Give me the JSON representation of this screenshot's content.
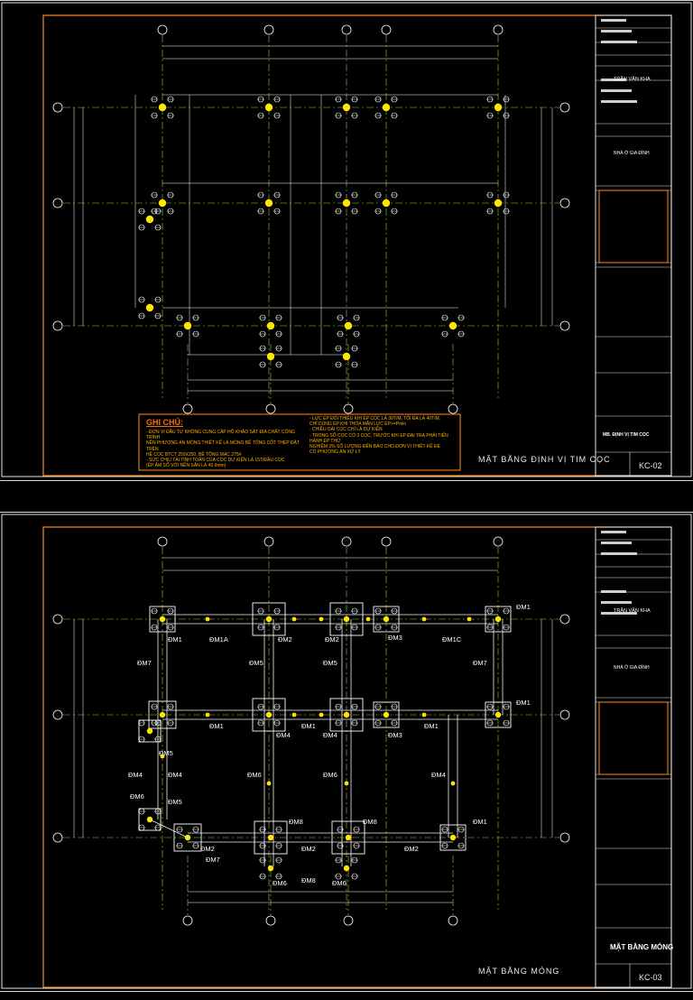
{
  "colors": {
    "border": "#ff8c1a",
    "frame": "#e6e6e6",
    "grid_axis": "#9acd32",
    "grid_bubble": "#ffffff",
    "pile": "#ffe600",
    "beam": "#f2f2f2",
    "notes": "#ffb000",
    "notes_title": "#ff6a00",
    "dim": "#ffffff"
  },
  "sheet1": {
    "title": "MẶT BẰNG ĐỊNH VỊ TIM CỌC",
    "code": "KC-02",
    "tb_owner": "TRẦN VĂN KHA",
    "tb_project": "NHÀ Ở GIA ĐÌNH",
    "tb_drawing": "MB. ĐỊNH VỊ TIM CỌC",
    "notes_title": "GHI CHÚ:",
    "notes_left": [
      "- ĐƠN VỊ ĐẦU TƯ KHÔNG CUNG CẤP HỒ KHẢO SÁT ĐỊA CHẤT CÔNG TRÌNH",
      "NÊN PHƯƠNG ÁN MÓNG THIẾT KẾ LÀ MÓNG BÊ TÔNG CỐT THÉP ĐẶT TRÊN",
      "HỆ CỌC BTCT 250X250, BÊ TÔNG MÁC 275#",
      "- SỨC CHỊU TẢI TÍNH TOÁN CỦA CỌC DỰ KIẾN LÀ 15T/ĐẦU CỌC",
      "(ÉP ÂM SỐ VỚI NỀN SÂN LÀ 40.6mm)"
    ],
    "notes_right": [
      "- LỰC ÉP ĐỔI THIỂU KHI ÉP CỌC LÀ 30T/M, TỐI ĐA LÀ 40T/M,",
      "CHỈ DÙNG ÉP KHI THỎA MÃN LỰC ÉP>=Pmin",
      "- CHIỀU DÀI CỌC CHỈ LÀ DỰ KIẾN",
      "- TRONG SỐ CỌC CÓ 3 CỌC, TRƯỚC KHI ÉP ĐẠI TRÀ PHẢI TIẾN HÀNH ÉP THỬ",
      "NGHIỆM 3% SỐ LƯỢNG ĐẾN BÁO CHO ĐƠN VỊ THIẾT KẾ ĐỂ",
      "CÓ PHƯƠNG ÁN XỬ LÝ"
    ]
  },
  "sheet2": {
    "title": "MẶT BẰNG MÓNG",
    "code": "KC-03",
    "tb_owner": "TRẦN VĂN KHA",
    "tb_project": "NHÀ Ở GIA ĐÌNH",
    "tb_drawing": "MẶT BẰNG MÓNG",
    "beam_labels": [
      {
        "t": "ĐM1",
        "r": "a1"
      },
      {
        "t": "ĐM1A",
        "r": "a1a"
      },
      {
        "t": "ĐM2",
        "r": "a2"
      },
      {
        "t": "ĐM2",
        "r": "a2b"
      },
      {
        "t": "ĐM3",
        "r": "a3"
      },
      {
        "t": "ĐM1C",
        "r": "a1c"
      },
      {
        "t": "ĐM1",
        "r": "a1r"
      },
      {
        "t": "ĐM7",
        "r": "b7l"
      },
      {
        "t": "ĐM5",
        "r": "b5a"
      },
      {
        "t": "ĐM5",
        "r": "b5b"
      },
      {
        "t": "ĐM7",
        "r": "b7r"
      },
      {
        "t": "ĐM1",
        "r": "b1r"
      },
      {
        "t": "ĐM1",
        "r": "b1a"
      },
      {
        "t": "ĐM4",
        "r": "b4"
      },
      {
        "t": "ĐM1",
        "r": "b1b"
      },
      {
        "t": "ĐM4",
        "r": "b4b"
      },
      {
        "t": "ĐM3",
        "r": "b3"
      },
      {
        "t": "ĐM1",
        "r": "b1c"
      },
      {
        "t": "ĐM5",
        "r": "c5"
      },
      {
        "t": "ĐM4",
        "r": "c4l"
      },
      {
        "t": "ĐM4",
        "r": "c4a"
      },
      {
        "t": "ĐM6",
        "r": "c6a"
      },
      {
        "t": "ĐM6",
        "r": "c6b"
      },
      {
        "t": "ĐM4",
        "r": "c4r"
      },
      {
        "t": "ĐM6",
        "r": "c6l"
      },
      {
        "t": "ĐM5",
        "r": "c5b"
      },
      {
        "t": "ĐM8",
        "r": "c8a"
      },
      {
        "t": "ĐM8",
        "r": "c8b"
      },
      {
        "t": "ĐM1",
        "r": "c1r"
      },
      {
        "t": "ĐM2",
        "r": "d2a"
      },
      {
        "t": "ĐM2",
        "r": "d2b"
      },
      {
        "t": "ĐM7",
        "r": "d7"
      },
      {
        "t": "ĐM2",
        "r": "d2c"
      },
      {
        "t": "ĐM8",
        "r": "d8"
      },
      {
        "t": "ĐM6",
        "r": "d6a"
      },
      {
        "t": "ĐM6",
        "r": "d6b"
      }
    ]
  }
}
